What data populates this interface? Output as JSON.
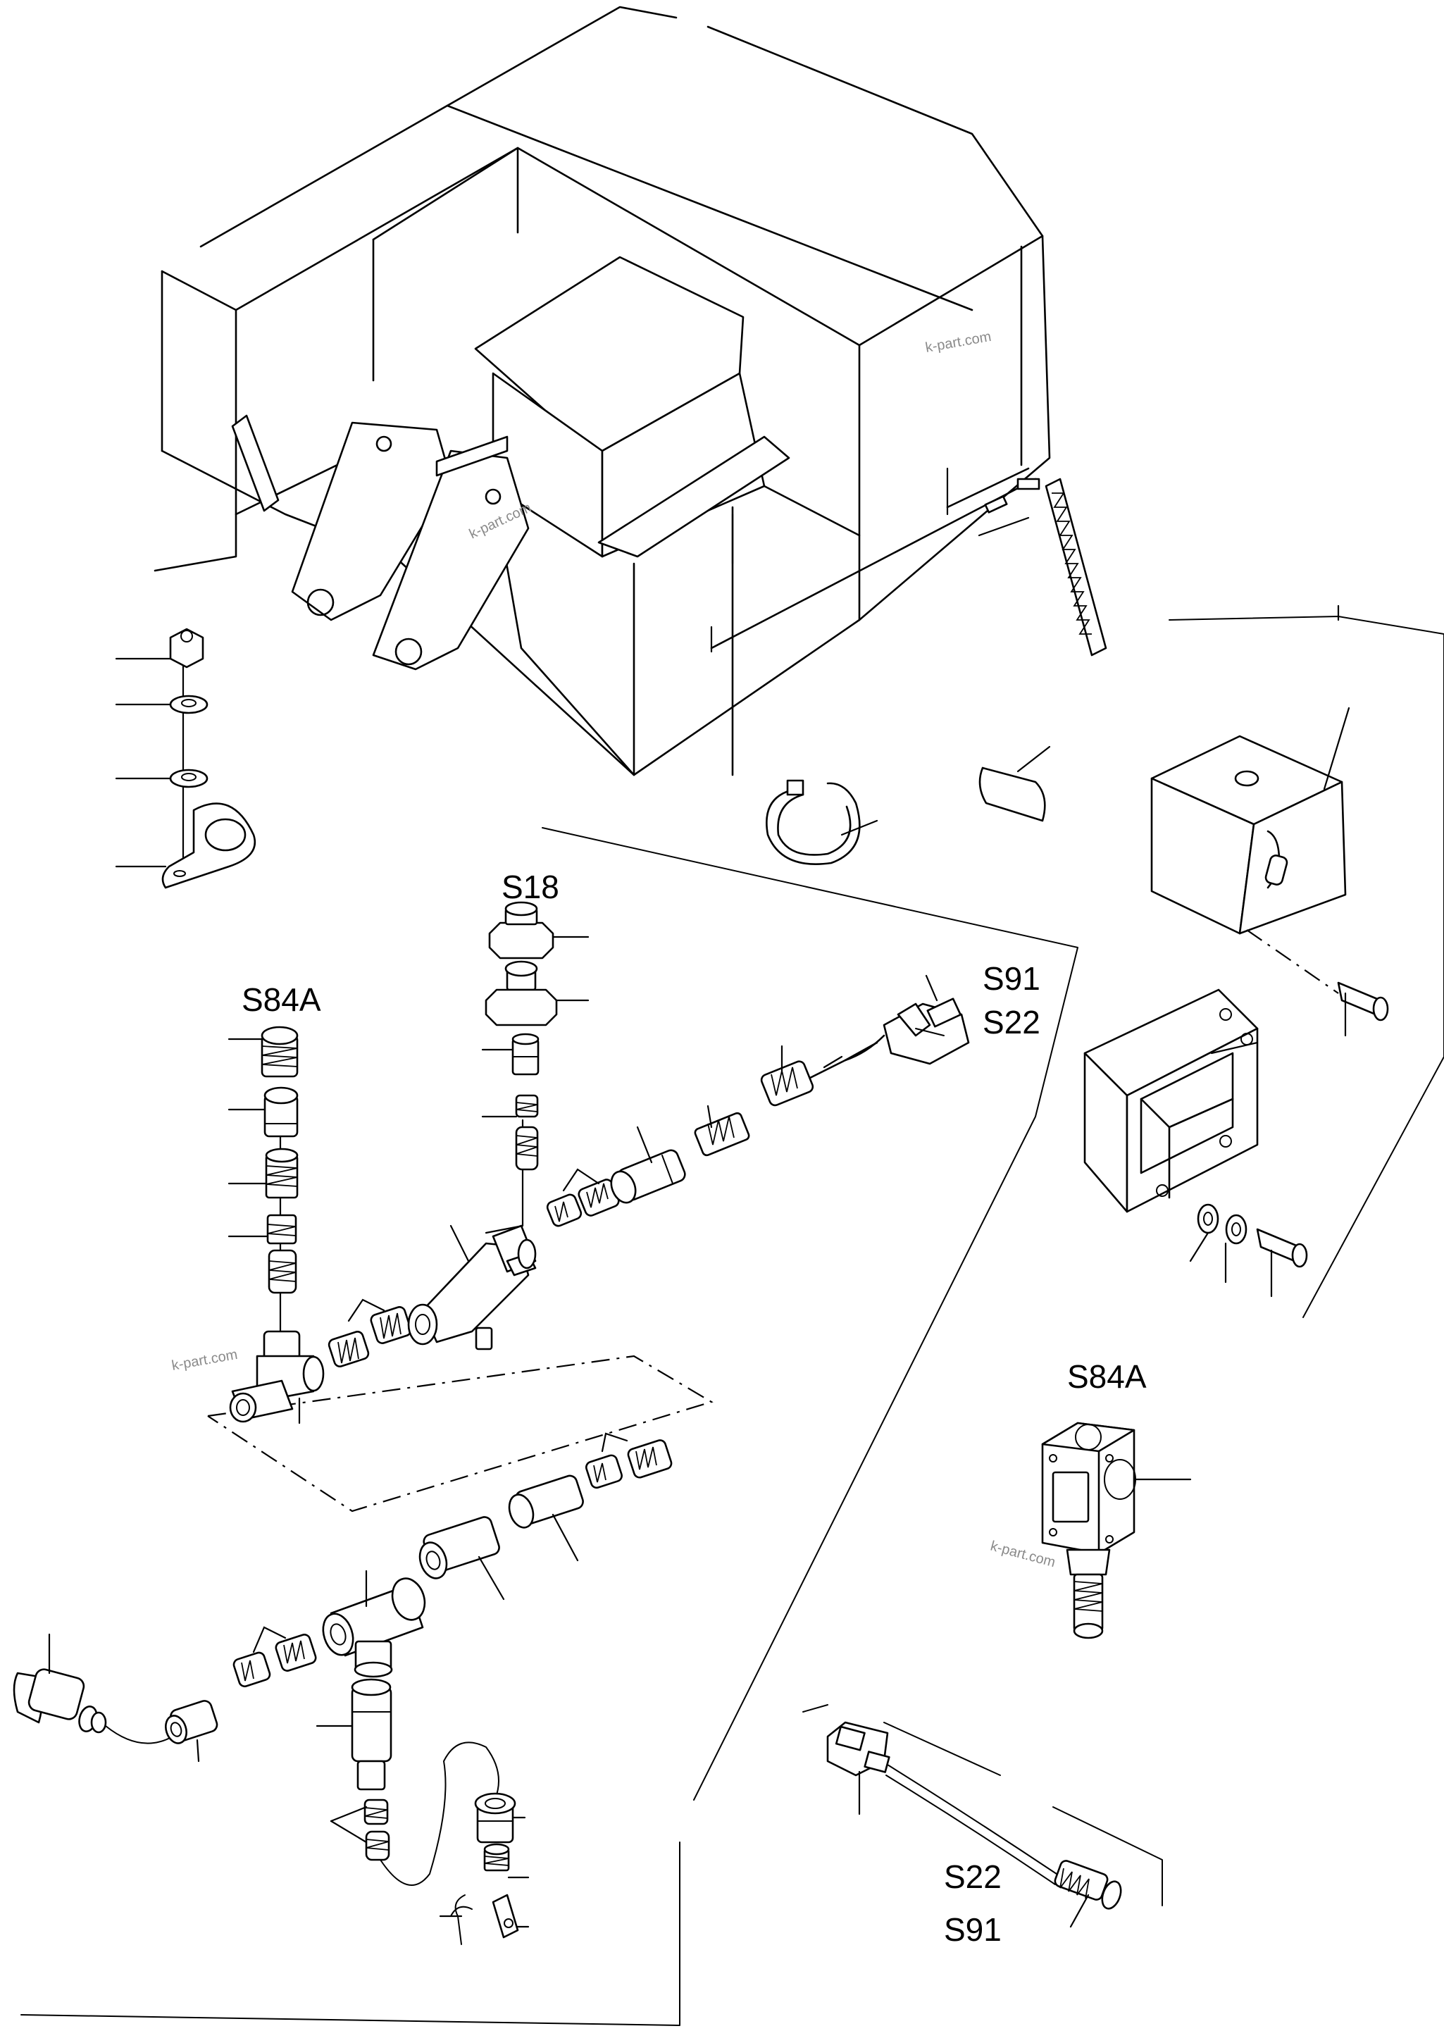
{
  "labels": {
    "s18": "S18",
    "s84a_left": "S84A",
    "s91_top": "S91",
    "s22_top": "S22",
    "s84a_right": "S84A",
    "s22_bottom": "S22",
    "s91_bottom": "S91"
  },
  "watermarks": {
    "wm1": "k-part.com",
    "wm2": "k-part.com",
    "wm3": "k-part.com",
    "wm4": "k-part.com"
  }
}
